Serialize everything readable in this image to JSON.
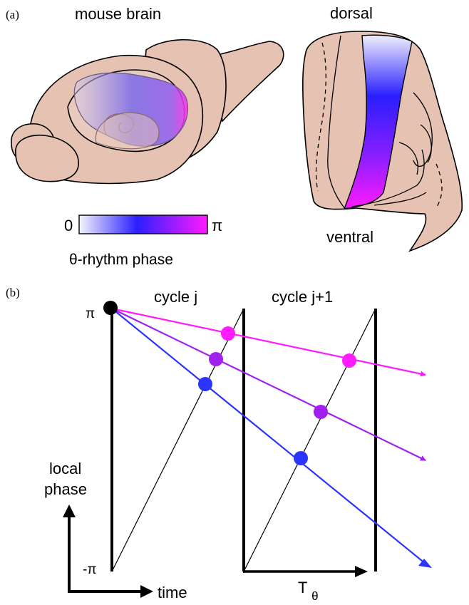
{
  "panel_a": {
    "label": "(a)",
    "title_brain": "mouse brain",
    "label_dorsal": "dorsal",
    "label_ventral": "ventral",
    "colorbar": {
      "min_label": "0",
      "max_label": "π",
      "caption": "θ-rhythm phase",
      "colors": [
        "#f2f2fb",
        "#2a1fff",
        "#ff1aff"
      ]
    }
  },
  "panel_b": {
    "label": "(b)",
    "cycle_left": "cycle j",
    "cycle_right": "cycle j+1",
    "y_top": "π",
    "y_bottom": "-π",
    "axis_y_line1": "local",
    "axis_y_line2": "phase",
    "axis_x": "time",
    "period_main": "T",
    "period_sub": "θ",
    "series_colors": [
      "#ff1aff",
      "#a020f0",
      "#2b35ff"
    ]
  }
}
